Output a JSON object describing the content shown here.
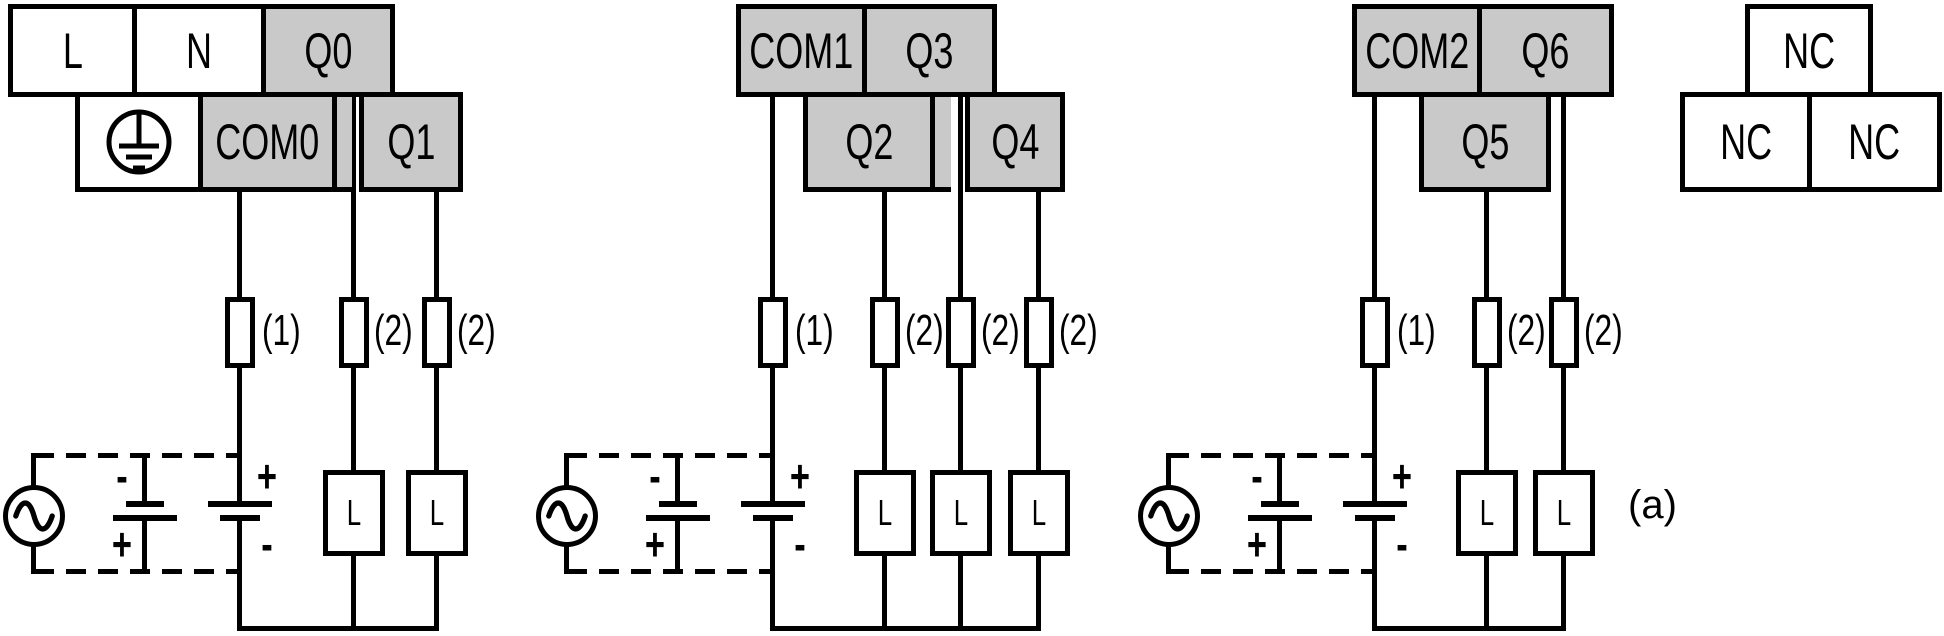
{
  "diagram_type": "relay-output-wiring-diagram",
  "colors": {
    "terminal_fill": "#c9c9c9",
    "line_color": "#000000",
    "background": "#ffffff"
  },
  "annotation": "(a)",
  "signs": {
    "plus": "+",
    "minus": "-"
  },
  "icons": {
    "ground": "protective-earth-icon",
    "source": "ac-source-icon"
  },
  "sections": [
    {
      "name": "output-group-0",
      "terminals": {
        "l": "L",
        "n": "N",
        "q0": "Q0",
        "com0": "COM0",
        "q1": "Q1"
      },
      "fuses": [
        "(1)",
        "(2)",
        "(2)"
      ],
      "loads": [
        "L",
        "L"
      ]
    },
    {
      "name": "output-group-1",
      "terminals": {
        "com1": "COM1",
        "q3": "Q3",
        "q2": "Q2",
        "q4": "Q4"
      },
      "fuses": [
        "(1)",
        "(2)",
        "(2)",
        "(2)"
      ],
      "loads": [
        "L",
        "L",
        "L"
      ]
    },
    {
      "name": "output-group-2",
      "terminals": {
        "com2": "COM2",
        "q6": "Q6",
        "q5": "Q5"
      },
      "fuses": [
        "(1)",
        "(2)",
        "(2)"
      ],
      "loads": [
        "L",
        "L"
      ]
    }
  ],
  "nc": [
    "NC",
    "NC",
    "NC"
  ]
}
